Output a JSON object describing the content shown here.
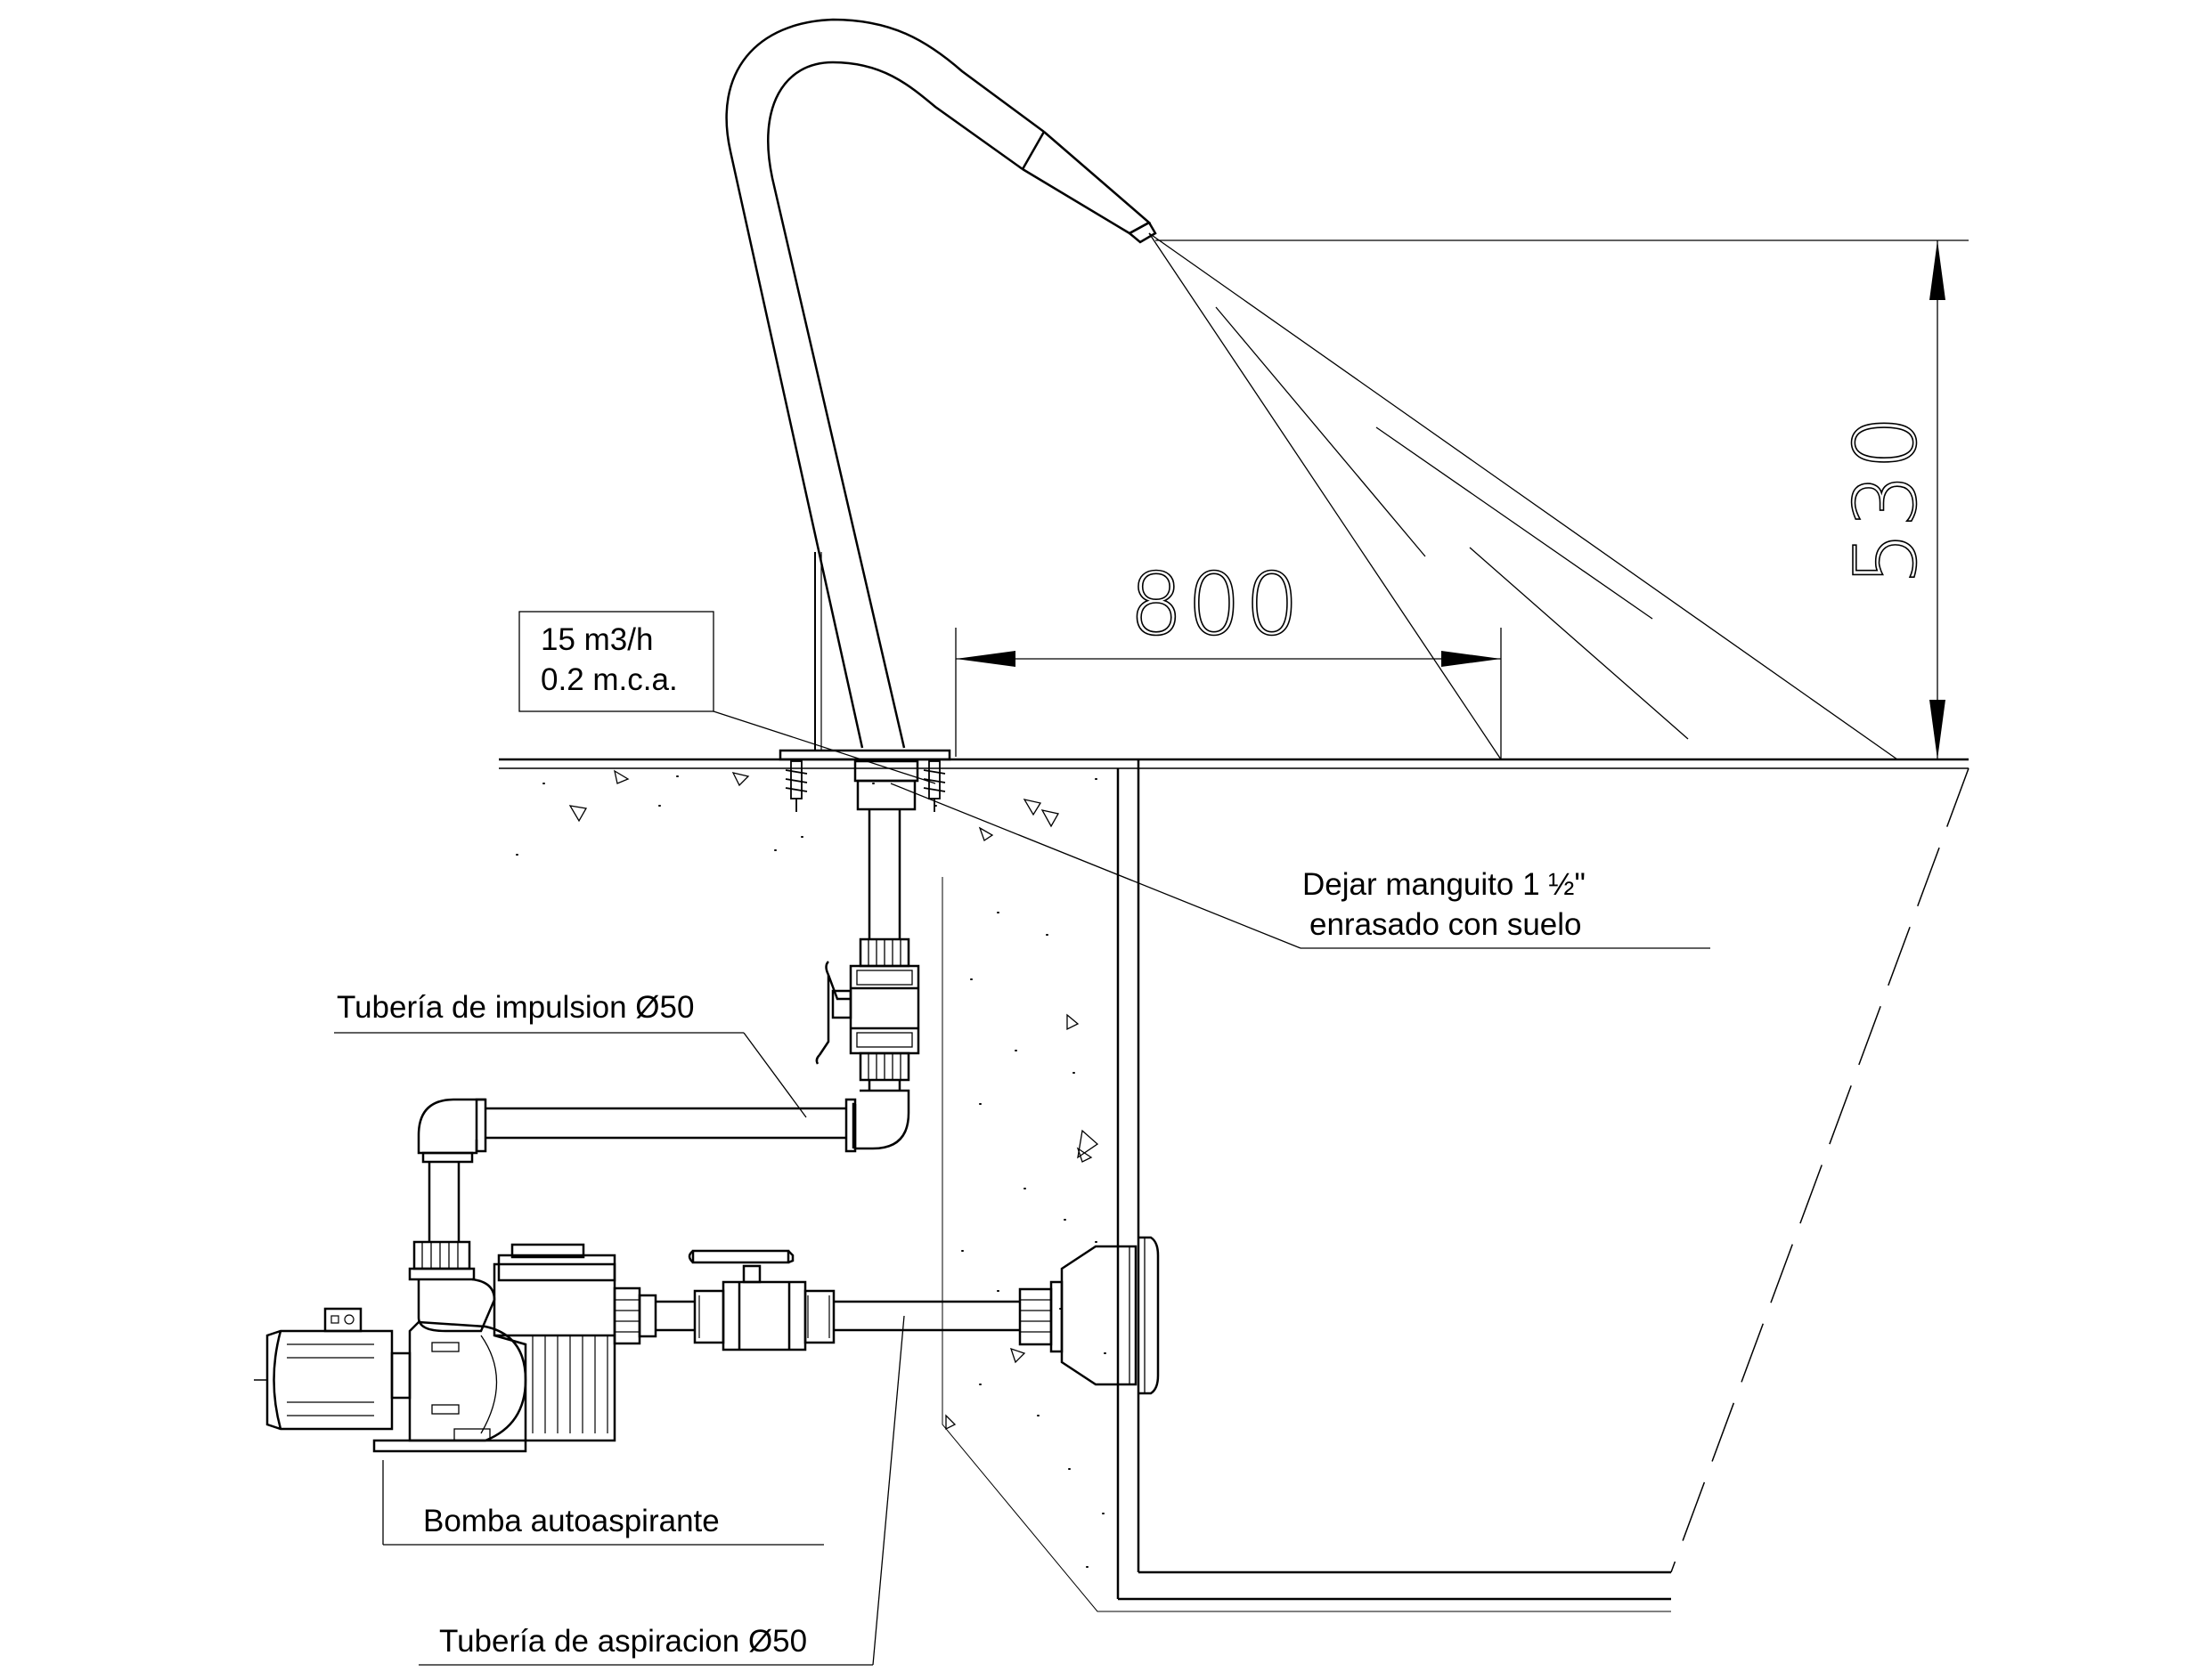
{
  "labels": {
    "flow": "15 m3/h",
    "pressure": "0.2 m.c.a.",
    "sleeve_line1": "Dejar manguito 1 ½\"",
    "sleeve_line2": "enrasado con suelo",
    "discharge_pipe": "Tubería de impulsion Ø50",
    "pump": "Bomba autoaspirante",
    "suction_pipe": "Tubería de aspiracion Ø50"
  },
  "dimensions": {
    "horizontal_reach": "800",
    "height": "530"
  },
  "colors": {
    "line": "#000000",
    "background": "#ffffff"
  }
}
